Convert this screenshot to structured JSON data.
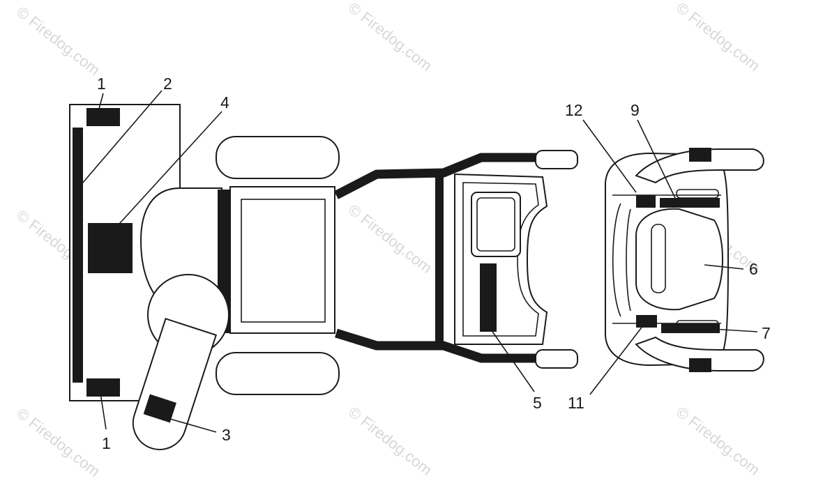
{
  "diagram": {
    "callouts": {
      "c1a": "1",
      "c1b": "1",
      "c2": "2",
      "c3": "3",
      "c4": "4",
      "c5": "5",
      "c6": "6",
      "c7": "7",
      "c9": "9",
      "c11": "11",
      "c12": "12"
    },
    "watermark": "© Firedog.com"
  },
  "colors": {
    "line": "#1a1a1a",
    "background": "#ffffff",
    "watermark": "#b8b8b8"
  }
}
